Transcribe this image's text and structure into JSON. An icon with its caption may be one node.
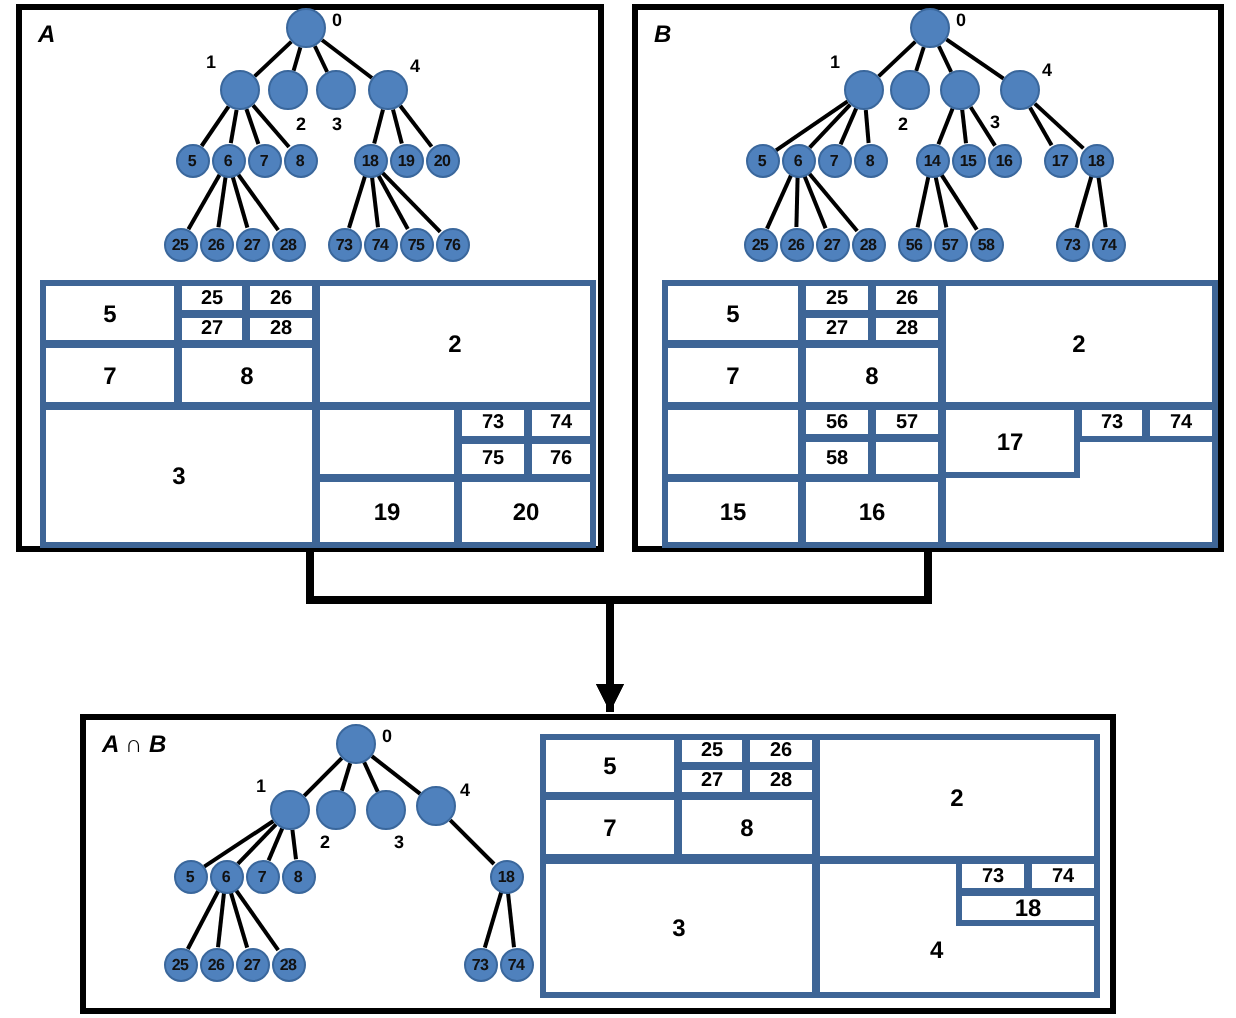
{
  "diagram": {
    "nodes": [
      {
        "text": [
          "A"
        ]
      },
      {
        "text": [],
        "shape": "circle",
        "in": 0,
        "beside": [
          "0"
        ]
      },
      {
        "text": [],
        "shape": "circle",
        "in": 0,
        "beside": [
          "1"
        ]
      },
      {
        "text": [],
        "shape": "circle",
        "in": 0,
        "beside": [
          "2"
        ]
      },
      {
        "text": [],
        "shape": "circle",
        "in": 0,
        "beside": [
          "3"
        ]
      },
      {
        "text": [],
        "shape": "circle",
        "in": 0,
        "beside": [
          "4"
        ]
      },
      {
        "text": [
          "5"
        ],
        "in": 0
      },
      {
        "text": [
          "6"
        ],
        "in": 0
      },
      {
        "text": [
          "7"
        ],
        "in": 0
      },
      {
        "text": [
          "8"
        ],
        "in": 0
      },
      {
        "text": [
          "18"
        ],
        "in": 0
      },
      {
        "text": [
          "19"
        ],
        "in": 0
      },
      {
        "text": [
          "20"
        ],
        "in": 0
      },
      {
        "text": [
          "25"
        ],
        "in": 0
      },
      {
        "text": [
          "26"
        ],
        "in": 0
      },
      {
        "text": [
          "27"
        ],
        "in": 0
      },
      {
        "text": [
          "28"
        ],
        "in": 0
      },
      {
        "text": [
          "73"
        ],
        "in": 0
      },
      {
        "text": [
          "74"
        ],
        "in": 0
      },
      {
        "text": [
          "75"
        ],
        "in": 0
      },
      {
        "text": [
          "76"
        ],
        "in": 0
      },
      {
        "text": [],
        "shape": "box",
        "in": 0
      },
      {
        "text": [
          "5"
        ],
        "in": 21
      },
      {
        "text": [
          "25"
        ],
        "in": 21
      },
      {
        "text": [
          "26"
        ],
        "in": 21
      },
      {
        "text": [
          "27"
        ],
        "in": 21
      },
      {
        "text": [
          "28"
        ],
        "in": 21
      },
      {
        "text": [
          "2"
        ],
        "in": 21
      },
      {
        "text": [
          "7"
        ],
        "in": 21
      },
      {
        "text": [
          "8"
        ],
        "in": 21
      },
      {
        "text": [],
        "shape": "box",
        "in": 21
      },
      {
        "text": [
          "73"
        ],
        "in": 21
      },
      {
        "text": [
          "74"
        ],
        "in": 21
      },
      {
        "text": [
          "75"
        ],
        "in": 21
      },
      {
        "text": [
          "76"
        ],
        "in": 21
      },
      {
        "text": [
          "3"
        ],
        "in": 21
      },
      {
        "text": [
          "19"
        ],
        "in": 21
      },
      {
        "text": [
          "20"
        ],
        "in": 21
      },
      {
        "text": [
          "B"
        ]
      },
      {
        "text": [],
        "shape": "circle",
        "in": 38,
        "beside": [
          "0"
        ]
      },
      {
        "text": [],
        "shape": "circle",
        "in": 38,
        "beside": [
          "1"
        ]
      },
      {
        "text": [],
        "shape": "circle",
        "in": 38,
        "beside": [
          "2"
        ]
      },
      {
        "text": [],
        "shape": "circle",
        "in": 38,
        "beside": [
          "3"
        ]
      },
      {
        "text": [],
        "shape": "circle",
        "in": 38,
        "beside": [
          "4"
        ]
      },
      {
        "text": [
          "5"
        ],
        "in": 38
      },
      {
        "text": [
          "6"
        ],
        "in": 38
      },
      {
        "text": [
          "7"
        ],
        "in": 38
      },
      {
        "text": [
          "8"
        ],
        "in": 38
      },
      {
        "text": [
          "14"
        ],
        "in": 38
      },
      {
        "text": [
          "15"
        ],
        "in": 38
      },
      {
        "text": [
          "16"
        ],
        "in": 38
      },
      {
        "text": [
          "17"
        ],
        "in": 38
      },
      {
        "text": [
          "18"
        ],
        "in": 38
      },
      {
        "text": [
          "25"
        ],
        "in": 38
      },
      {
        "text": [
          "26"
        ],
        "in": 38
      },
      {
        "text": [
          "27"
        ],
        "in": 38
      },
      {
        "text": [
          "28"
        ],
        "in": 38
      },
      {
        "text": [
          "56"
        ],
        "in": 38
      },
      {
        "text": [
          "57"
        ],
        "in": 38
      },
      {
        "text": [
          "58"
        ],
        "in": 38
      },
      {
        "text": [
          "73"
        ],
        "in": 38
      },
      {
        "text": [
          "74"
        ],
        "in": 38
      },
      {
        "text": [],
        "shape": "box",
        "in": 38
      },
      {
        "text": [
          "5"
        ],
        "in": 62
      },
      {
        "text": [
          "25"
        ],
        "in": 62
      },
      {
        "text": [
          "26"
        ],
        "in": 62
      },
      {
        "text": [
          "27"
        ],
        "in": 62
      },
      {
        "text": [
          "28"
        ],
        "in": 62
      },
      {
        "text": [
          "2"
        ],
        "in": 62
      },
      {
        "text": [
          "7"
        ],
        "in": 62
      },
      {
        "text": [
          "8"
        ],
        "in": 62
      },
      {
        "text": [],
        "shape": "box",
        "in": 62
      },
      {
        "text": [
          "56"
        ],
        "in": 62
      },
      {
        "text": [
          "57"
        ],
        "in": 62
      },
      {
        "text": [
          "58"
        ],
        "in": 62
      },
      {
        "text": [],
        "shape": "box",
        "in": 62
      },
      {
        "text": [],
        "shape": "box",
        "in": 62
      },
      {
        "text": [
          "17"
        ],
        "in": 76
      },
      {
        "text": [
          "73"
        ],
        "in": 76
      },
      {
        "text": [
          "74"
        ],
        "in": 76
      },
      {
        "text": [
          "15"
        ],
        "in": 62
      },
      {
        "text": [
          "16"
        ],
        "in": 62
      },
      {
        "text": [
          "A ∩ B"
        ]
      },
      {
        "text": [],
        "shape": "circle",
        "in": 82,
        "beside": [
          "0"
        ]
      },
      {
        "text": [],
        "shape": "circle",
        "in": 82,
        "beside": [
          "1"
        ]
      },
      {
        "text": [],
        "shape": "circle",
        "in": 82,
        "beside": [
          "2"
        ]
      },
      {
        "text": [],
        "shape": "circle",
        "in": 82,
        "beside": [
          "3"
        ]
      },
      {
        "text": [],
        "shape": "circle",
        "in": 82,
        "beside": [
          "4"
        ]
      },
      {
        "text": [
          "5"
        ],
        "in": 82
      },
      {
        "text": [
          "6"
        ],
        "in": 82
      },
      {
        "text": [
          "7"
        ],
        "in": 82
      },
      {
        "text": [
          "8"
        ],
        "in": 82
      },
      {
        "text": [
          "18"
        ],
        "in": 82
      },
      {
        "text": [
          "25"
        ],
        "in": 82
      },
      {
        "text": [
          "26"
        ],
        "in": 82
      },
      {
        "text": [
          "27"
        ],
        "in": 82
      },
      {
        "text": [
          "28"
        ],
        "in": 82
      },
      {
        "text": [
          "73"
        ],
        "in": 82
      },
      {
        "text": [
          "74"
        ],
        "in": 82
      },
      {
        "text": [],
        "shape": "box",
        "in": 82
      },
      {
        "text": [
          "5"
        ],
        "in": 99
      },
      {
        "text": [
          "25"
        ],
        "in": 99
      },
      {
        "text": [
          "26"
        ],
        "in": 99
      },
      {
        "text": [
          "27"
        ],
        "in": 99
      },
      {
        "text": [
          "28"
        ],
        "in": 99
      },
      {
        "text": [
          "2"
        ],
        "in": 99
      },
      {
        "text": [
          "7"
        ],
        "in": 99
      },
      {
        "text": [
          "8"
        ],
        "in": 99
      },
      {
        "text": [
          "3"
        ],
        "in": 99
      },
      {
        "text": [
          "4"
        ],
        "in": 99
      },
      {
        "text": [
          "73"
        ],
        "in": 109
      },
      {
        "text": [
          "74"
        ],
        "in": 109
      },
      {
        "text": [
          "18"
        ],
        "in": 109
      }
    ],
    "edges": [
      {
        "from": 1,
        "to": 2,
        "arrow": "none"
      },
      {
        "from": 1,
        "to": 3,
        "arrow": "none"
      },
      {
        "from": 1,
        "to": 4,
        "arrow": "none"
      },
      {
        "from": 1,
        "to": 5,
        "arrow": "none"
      },
      {
        "from": 2,
        "to": 6,
        "arrow": "none"
      },
      {
        "from": 2,
        "to": 7,
        "arrow": "none"
      },
      {
        "from": 2,
        "to": 8,
        "arrow": "none"
      },
      {
        "from": 2,
        "to": 9,
        "arrow": "none"
      },
      {
        "from": 5,
        "to": 10,
        "arrow": "none"
      },
      {
        "from": 5,
        "to": 11,
        "arrow": "none"
      },
      {
        "from": 5,
        "to": 12,
        "arrow": "none"
      },
      {
        "from": 7,
        "to": 13,
        "arrow": "none"
      },
      {
        "from": 7,
        "to": 14,
        "arrow": "none"
      },
      {
        "from": 7,
        "to": 15,
        "arrow": "none"
      },
      {
        "from": 7,
        "to": 16,
        "arrow": "none"
      },
      {
        "from": 10,
        "to": 17,
        "arrow": "none"
      },
      {
        "from": 10,
        "to": 18,
        "arrow": "none"
      },
      {
        "from": 10,
        "to": 19,
        "arrow": "none"
      },
      {
        "from": 10,
        "to": 20,
        "arrow": "none"
      },
      {
        "from": 39,
        "to": 40,
        "arrow": "none"
      },
      {
        "from": 39,
        "to": 41,
        "arrow": "none"
      },
      {
        "from": 39,
        "to": 42,
        "arrow": "none"
      },
      {
        "from": 39,
        "to": 43,
        "arrow": "none"
      },
      {
        "from": 40,
        "to": 44,
        "arrow": "none"
      },
      {
        "from": 40,
        "to": 45,
        "arrow": "none"
      },
      {
        "from": 40,
        "to": 46,
        "arrow": "none"
      },
      {
        "from": 40,
        "to": 47,
        "arrow": "none"
      },
      {
        "from": 42,
        "to": 48,
        "arrow": "none"
      },
      {
        "from": 42,
        "to": 49,
        "arrow": "none"
      },
      {
        "from": 42,
        "to": 50,
        "arrow": "none"
      },
      {
        "from": 43,
        "to": 51,
        "arrow": "none"
      },
      {
        "from": 43,
        "to": 52,
        "arrow": "none"
      },
      {
        "from": 45,
        "to": 53,
        "arrow": "none"
      },
      {
        "from": 45,
        "to": 54,
        "arrow": "none"
      },
      {
        "from": 45,
        "to": 55,
        "arrow": "none"
      },
      {
        "from": 45,
        "to": 56,
        "arrow": "none"
      },
      {
        "from": 48,
        "to": 57,
        "arrow": "none"
      },
      {
        "from": 48,
        "to": 58,
        "arrow": "none"
      },
      {
        "from": 48,
        "to": 59,
        "arrow": "none"
      },
      {
        "from": 52,
        "to": 60,
        "arrow": "none"
      },
      {
        "from": 52,
        "to": 61,
        "arrow": "none"
      },
      {
        "from": 83,
        "to": 84,
        "arrow": "none"
      },
      {
        "from": 83,
        "to": 85,
        "arrow": "none"
      },
      {
        "from": 83,
        "to": 86,
        "arrow": "none"
      },
      {
        "from": 83,
        "to": 87,
        "arrow": "none"
      },
      {
        "from": 84,
        "to": 88,
        "arrow": "none"
      },
      {
        "from": 84,
        "to": 89,
        "arrow": "none"
      },
      {
        "from": 84,
        "to": 90,
        "arrow": "none"
      },
      {
        "from": 84,
        "to": 91,
        "arrow": "none"
      },
      {
        "from": 87,
        "to": 92,
        "arrow": "none"
      },
      {
        "from": 89,
        "to": 93,
        "arrow": "none"
      },
      {
        "from": 89,
        "to": 94,
        "arrow": "none"
      },
      {
        "from": 89,
        "to": 95,
        "arrow": "none"
      },
      {
        "from": 89,
        "to": 96,
        "arrow": "none"
      },
      {
        "from": 92,
        "to": 97,
        "arrow": "none"
      },
      {
        "from": 92,
        "to": 98,
        "arrow": "none"
      },
      {
        "from": 0,
        "to": 82,
        "arrow": "to",
        "style": "thick"
      },
      {
        "from": 38,
        "to": 82,
        "arrow": "to",
        "style": "thick"
      }
    ]
  }
}
